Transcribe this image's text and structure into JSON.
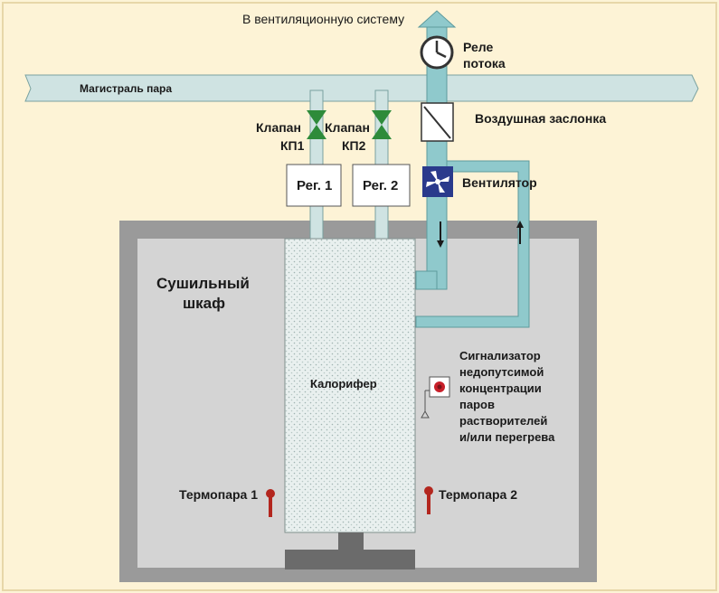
{
  "title": "В вентиляционную систему",
  "labels": {
    "steam_main": "Магистраль пара",
    "valve1_line1": "Клапан",
    "valve1_line2": "КП1",
    "valve2_line1": "Клапан",
    "valve2_line2": "КП2",
    "reg1": "Рег. 1",
    "reg2": "Рег. 2",
    "flow_relay_line1": "Реле",
    "flow_relay_line2": "потока",
    "air_damper": "Воздушная заслонка",
    "fan": "Вентилятор",
    "cabinet_line1": "Сушильный",
    "cabinet_line2": "шкаф",
    "heater": "Калорифер",
    "alarm_lines": [
      "Сигнализатор",
      "недопутсимой",
      "концентрации",
      "паров",
      "растворителей",
      "и/или перегрева"
    ],
    "thermocouple1": "Термопара 1",
    "thermocouple2": "Термопара 2"
  },
  "icons": {
    "flow_relay": "gauge-icon",
    "air_damper": "damper-icon",
    "fan": "fan-icon",
    "valve": "valve-icon",
    "alarm": "alarm-sensor-icon",
    "thermocouple": "thermometer-icon"
  },
  "colors": {
    "background": "#fdf3d6",
    "duct": "#8fc9cc",
    "steam_pipe": "#cfe3e2",
    "cabinet_outer": "#9a9a9a",
    "cabinet_inner": "#d4d4d4",
    "valve_green": "#2e8b3a",
    "fan_blue": "#2a3a8c",
    "alarm_red": "#c8202a",
    "thermo_red": "#b3261e"
  }
}
